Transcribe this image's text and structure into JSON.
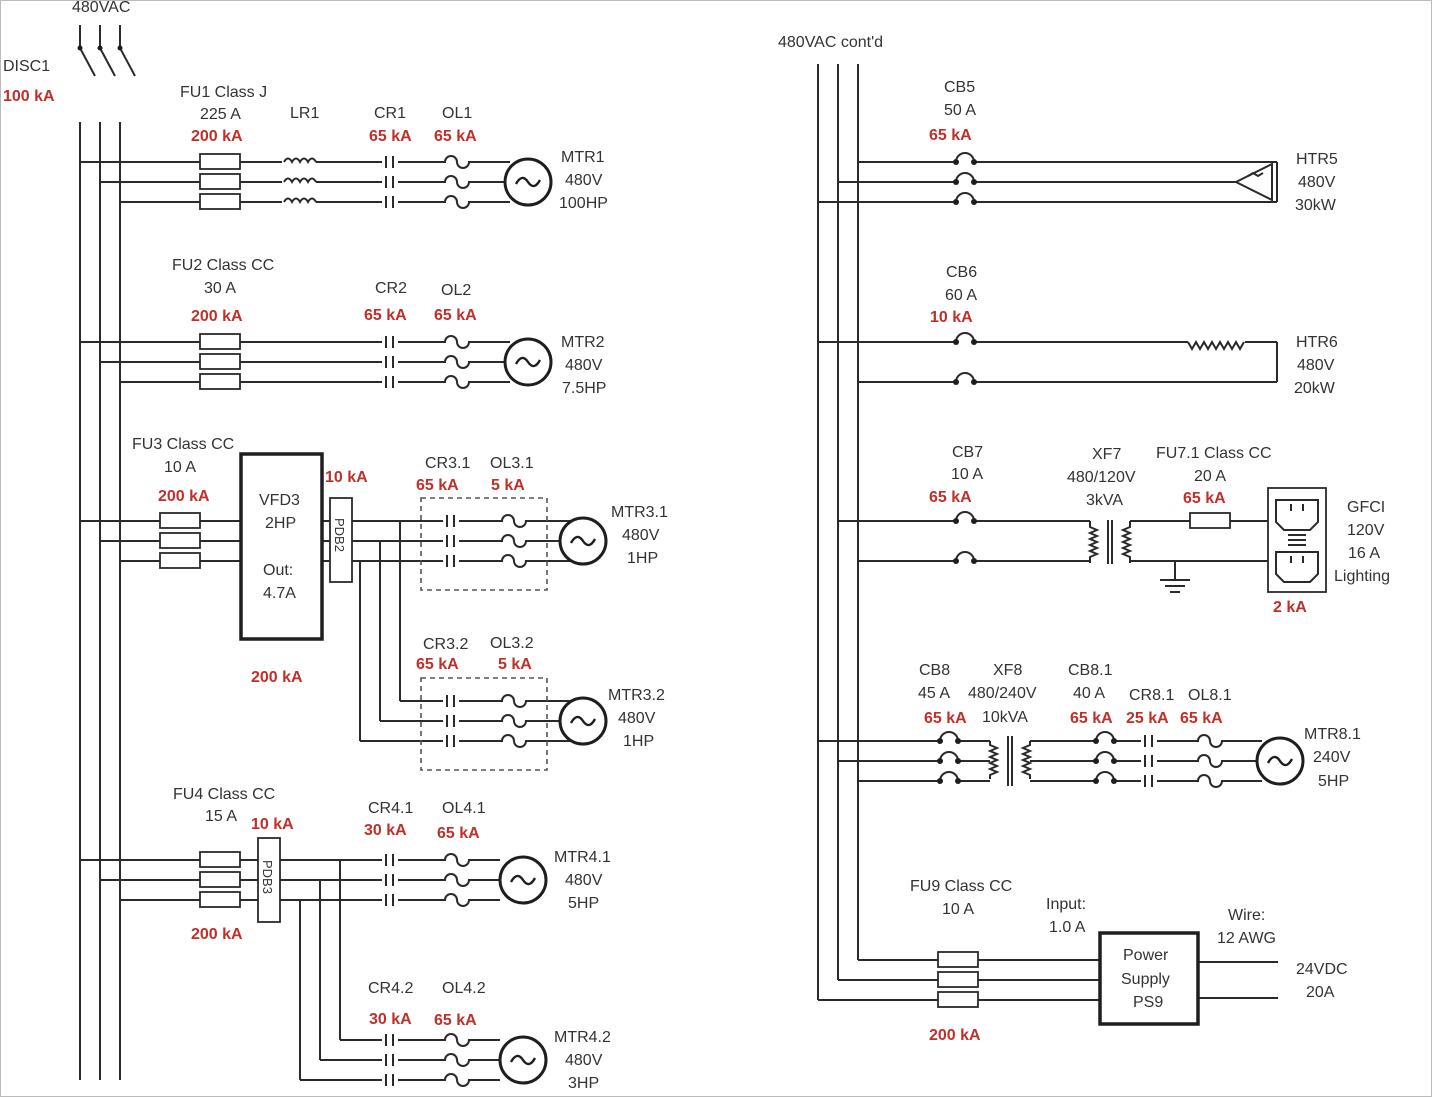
{
  "source": {
    "label": "480VAC",
    "disconnect": "DISC1",
    "disconnect_rating": "100 kA"
  },
  "continued": {
    "label": "480VAC cont'd"
  },
  "branches": {
    "fu1": {
      "name": "FU1 Class J",
      "amps": "225 A",
      "kaic": "200 kA"
    },
    "lr1": {
      "name": "LR1"
    },
    "cr1": {
      "name": "CR1",
      "kaic": "65 kA"
    },
    "ol1": {
      "name": "OL1",
      "kaic": "65 kA"
    },
    "mtr1": {
      "name": "MTR1",
      "volts": "480V",
      "hp": "100HP"
    },
    "fu2": {
      "name": "FU2 Class CC",
      "amps": "30 A",
      "kaic": "200 kA"
    },
    "cr2": {
      "name": "CR2",
      "kaic": "65 kA"
    },
    "ol2": {
      "name": "OL2",
      "kaic": "65 kA"
    },
    "mtr2": {
      "name": "MTR2",
      "volts": "480V",
      "hp": "7.5HP"
    },
    "fu3": {
      "name": "FU3 Class CC",
      "amps": "10 A",
      "kaic": "200 kA"
    },
    "vfd3": {
      "name": "VFD3",
      "hp": "2HP",
      "out_label": "Out:",
      "out_amps": "4.7A",
      "kaic": "200 kA"
    },
    "pdb2": {
      "name": "PDB2",
      "kaic": "10 kA"
    },
    "cr31": {
      "name": "CR3.1",
      "kaic": "65 kA"
    },
    "ol31": {
      "name": "OL3.1",
      "kaic": "5 kA"
    },
    "mtr31": {
      "name": "MTR3.1",
      "volts": "480V",
      "hp": "1HP"
    },
    "cr32": {
      "name": "CR3.2",
      "kaic": "65 kA"
    },
    "ol32": {
      "name": "OL3.2",
      "kaic": "5 kA"
    },
    "mtr32": {
      "name": "MTR3.2",
      "volts": "480V",
      "hp": "1HP"
    },
    "fu4": {
      "name": "FU4 Class CC",
      "amps": "15 A",
      "kaic": "200 kA"
    },
    "pdb3": {
      "name": "PDB3",
      "kaic": "10 kA"
    },
    "cr41": {
      "name": "CR4.1",
      "kaic": "30 kA"
    },
    "ol41": {
      "name": "OL4.1",
      "kaic": "65 kA"
    },
    "mtr41": {
      "name": "MTR4.1",
      "volts": "480V",
      "hp": "5HP"
    },
    "cr42": {
      "name": "CR4.2",
      "kaic": "30 kA"
    },
    "ol42": {
      "name": "OL4.2",
      "kaic": "65 kA"
    },
    "mtr42": {
      "name": "MTR4.2",
      "volts": "480V",
      "hp": "3HP"
    },
    "cb5": {
      "name": "CB5",
      "amps": "50 A",
      "kaic": "65 kA"
    },
    "htr5": {
      "name": "HTR5",
      "volts": "480V",
      "kw": "30kW"
    },
    "cb6": {
      "name": "CB6",
      "amps": "60 A",
      "kaic": "10 kA"
    },
    "htr6": {
      "name": "HTR6",
      "volts": "480V",
      "kw": "20kW"
    },
    "cb7": {
      "name": "CB7",
      "amps": "10 A",
      "kaic": "65 kA"
    },
    "xf7": {
      "name": "XF7",
      "ratio": "480/120V",
      "kva": "3kVA"
    },
    "fu71": {
      "name": "FU7.1 Class CC",
      "amps": "20 A",
      "kaic": "65 kA"
    },
    "gfci": {
      "name": "GFCI",
      "volts": "120V",
      "amps": "16 A",
      "use": "Lighting",
      "kaic": "2 kA"
    },
    "cb8": {
      "name": "CB8",
      "amps": "45 A",
      "kaic": "65 kA"
    },
    "xf8": {
      "name": "XF8",
      "ratio": "480/240V",
      "kva": "10kVA"
    },
    "cb81": {
      "name": "CB8.1",
      "amps": "40 A",
      "kaic": "65 kA"
    },
    "cr81": {
      "name": "CR8.1",
      "kaic": "25 kA"
    },
    "ol81": {
      "name": "OL8.1",
      "kaic": "65 kA"
    },
    "mtr81": {
      "name": "MTR8.1",
      "volts": "240V",
      "hp": "5HP"
    },
    "fu9": {
      "name": "FU9 Class CC",
      "amps": "10 A",
      "kaic": "200 kA"
    },
    "ps9": {
      "line1": "Power",
      "line2": "Supply",
      "line3": "PS9",
      "input_label": "Input:",
      "input_amps": "1.0 A"
    },
    "out9": {
      "wire_label": "Wire:",
      "wire_size": "12 AWG",
      "volts": "24VDC",
      "amps": "20A"
    }
  },
  "colors": {
    "line": "#2a2a2a",
    "rating": "#c0302b",
    "text": "#333333"
  }
}
